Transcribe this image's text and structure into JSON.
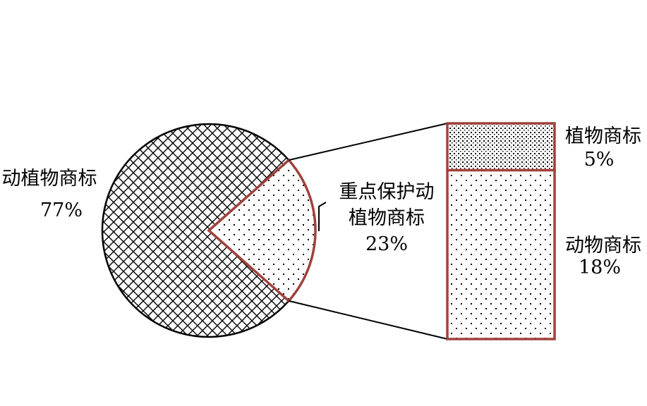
{
  "chart_data": {
    "type": "pie",
    "pie": {
      "slices": [
        {
          "label_line1": "动植物商标",
          "label_line2": "",
          "value": 77,
          "value_text": "77%",
          "pattern": "crosshatch"
        },
        {
          "label_line1": "重点保护动",
          "label_line2": "植物商标",
          "value": 23,
          "value_text": "23%",
          "pattern": "sparse-dots"
        }
      ]
    },
    "breakdown": {
      "type": "stacked-bar",
      "of_slice": "重点保护动植物商标",
      "segments": [
        {
          "label": "植物商标",
          "value": 5,
          "value_text": "5%",
          "pattern": "dense-dots"
        },
        {
          "label": "动物商标",
          "value": 18,
          "value_text": "18%",
          "pattern": "sparse-dots"
        }
      ]
    },
    "colors": {
      "highlight_outline": "#a0413c",
      "outline": "#000000"
    }
  }
}
